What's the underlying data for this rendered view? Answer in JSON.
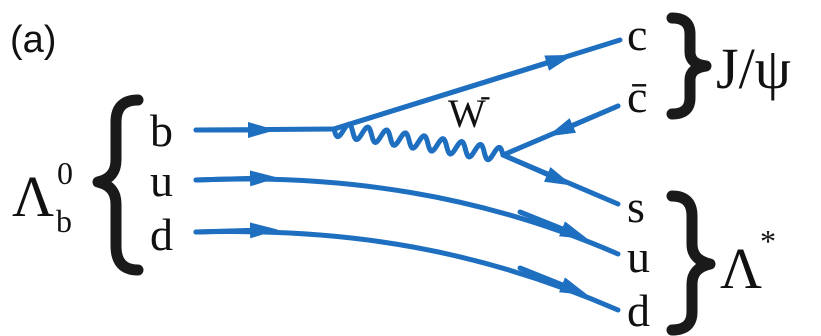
{
  "panel_label": "(a)",
  "colors": {
    "quark_line": "#1f6fc0",
    "brace": "#1a1a1a",
    "text": "#111111"
  },
  "initial": {
    "hadron_symbol": "Λ",
    "hadron_subscript": "b",
    "hadron_superscript": "0",
    "quarks": [
      "b",
      "u",
      "d"
    ]
  },
  "boson_label": "W",
  "boson_charge": "-",
  "final_top": {
    "quarks": [
      "c",
      "c̄"
    ],
    "hadron": "J/ψ"
  },
  "final_bottom": {
    "quarks": [
      "s",
      "u",
      "d"
    ],
    "hadron": "Λ",
    "hadron_superscript": "*"
  }
}
